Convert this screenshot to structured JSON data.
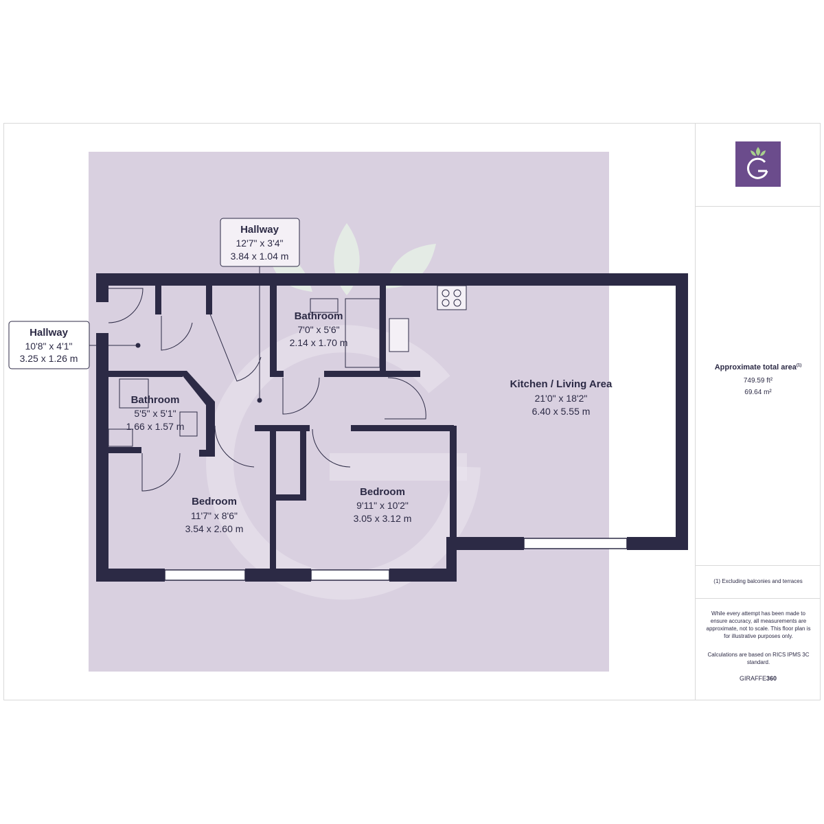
{
  "rooms": {
    "hallway_top": {
      "name": "Hallway",
      "dim_imperial": "12'7\" x 3'4\"",
      "dim_metric": "3.84 x 1.04 m"
    },
    "hallway_left": {
      "name": "Hallway",
      "dim_imperial": "10'8\" x 4'1\"",
      "dim_metric": "3.25 x 1.26 m"
    },
    "bathroom_upper": {
      "name": "Bathroom",
      "dim_imperial": "7'0\" x 5'6\"",
      "dim_metric": "2.14 x 1.70 m"
    },
    "bathroom_lower": {
      "name": "Bathroom",
      "dim_imperial": "5'5\" x 5'1\"",
      "dim_metric": "1.66 x 1.57 m"
    },
    "kitchen": {
      "name": "Kitchen / Living Area",
      "dim_imperial": "21'0\" x 18'2\"",
      "dim_metric": "6.40 x 5.55 m"
    },
    "bedroom_left": {
      "name": "Bedroom",
      "dim_imperial": "11'7\" x 8'6\"",
      "dim_metric": "3.54 x 2.60 m"
    },
    "bedroom_right": {
      "name": "Bedroom",
      "dim_imperial": "9'11\" x 10'2\"",
      "dim_metric": "3.05 x 3.12 m"
    }
  },
  "sidebar": {
    "area_title": "Approximate total area",
    "area_footnote_mark": "(1)",
    "area_sqft": "749.59 ft²",
    "area_sqm": "69.64 m²",
    "footnote": "(1) Excluding balconies and terraces",
    "disclaimer": "While every attempt has been made to ensure accuracy, all measurements are approximate, not to scale. This floor plan is for illustrative purposes only.",
    "calculation_note": "Calculations are based on RICS IPMS 3C standard.",
    "brand_light": "GIRAFFE",
    "brand_bold": "360"
  },
  "colors": {
    "wall": "#2c2a45",
    "floor_tint": "#d9d0e0",
    "logo_bg": "#6b4c8c",
    "watermark_leaf": "#e6eee6"
  }
}
